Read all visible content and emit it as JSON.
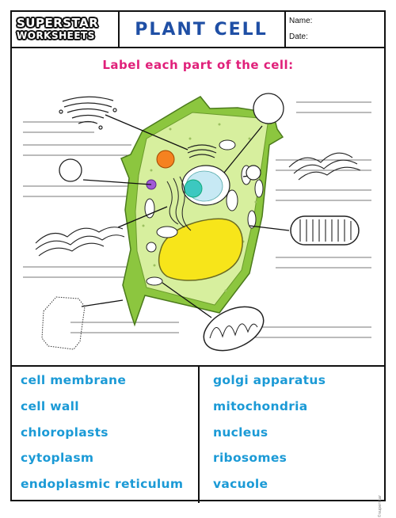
{
  "header": {
    "logo_line1": "SUPERSTAR",
    "logo_line2": "WORKSHEETS",
    "title": "PLANT CELL",
    "name_label": "Name:",
    "date_label": "Date:"
  },
  "instruction": "Label each part of the cell:",
  "colors": {
    "title": "#1f4fa5",
    "instruction": "#e0207a",
    "terms": "#1b9ad6",
    "cell_wall": "#8cc63f",
    "cytoplasm": "#d7ef9e",
    "vacuole": "#f7e51a",
    "nucleus": "#3cc8c0",
    "chloroplast_dot": "#f58220",
    "purple_dot": "#a15ad6"
  },
  "word_bank": {
    "left": [
      "cell membrane",
      "cell wall",
      "chloroplasts",
      "cytoplasm",
      "endoplasmic reticulum"
    ],
    "right": [
      "golgi apparatus",
      "mitochondria",
      "nucleus",
      "ribosomes",
      "vacuole"
    ]
  },
  "footer": {
    "copyright": "©superstar"
  },
  "icons": [
    "golgi-icon",
    "mitochondrion-icon",
    "endoplasmic-reticulum-icon",
    "cell-wall-icon",
    "vacuole-icon",
    "ribosome-icon"
  ]
}
